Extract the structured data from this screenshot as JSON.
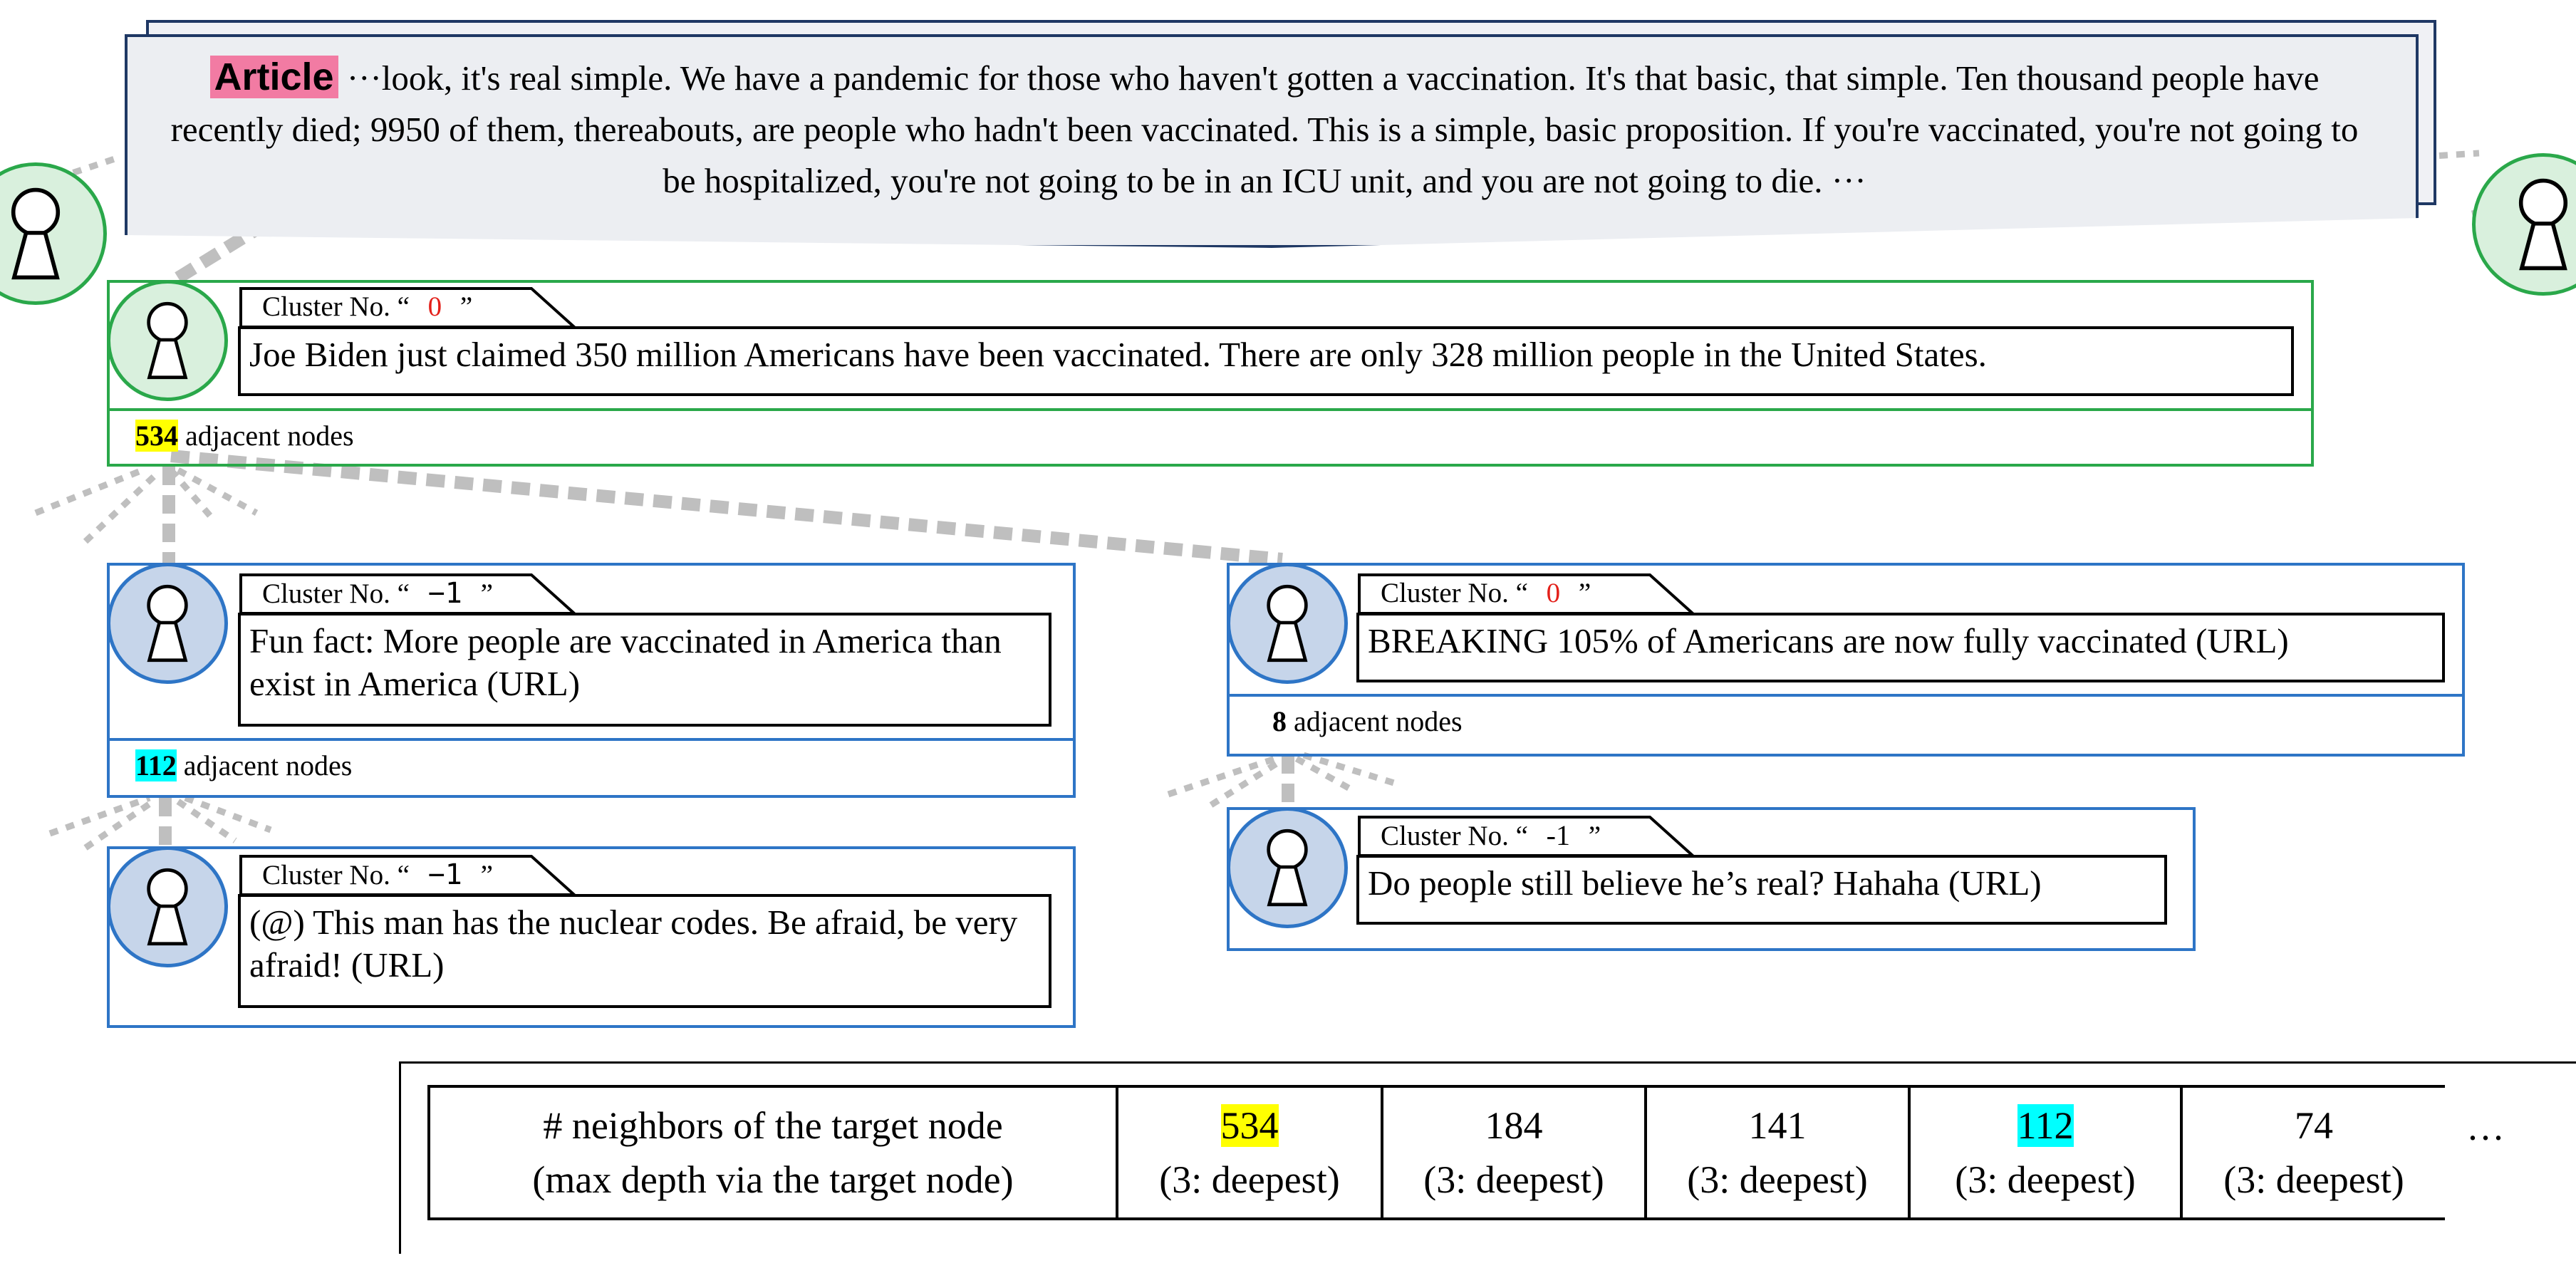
{
  "article": {
    "tag": "Article",
    "text": "···look, it's real simple. We have a pandemic for those who haven't gotten a vaccination. It's that basic, that simple.  Ten thousand people have recently died; 9950 of them, thereabouts, are people who hadn't been vaccinated.  This is a simple, basic proposition.  If you're vaccinated, you're not going to be hospitalized, you're not going to be in an ICU unit, and you are not going to die.   ···"
  },
  "nodes": {
    "root": {
      "cluster_prefix": "Cluster No. “ ",
      "cluster_value": "0",
      "cluster_suffix": " ”",
      "text": "Joe Biden just claimed 350 million Americans have been vaccinated. There are only 328 million people in the United States.",
      "adjacent_count": "534",
      "adjacent_label": " adjacent nodes"
    },
    "left1": {
      "cluster_prefix": "Cluster No. “ ",
      "cluster_value": "−1",
      "cluster_suffix": " ”",
      "text": "Fun fact: More people are vaccinated in America than exist in America (URL)",
      "adjacent_count": "112",
      "adjacent_label": " adjacent nodes"
    },
    "left2": {
      "cluster_prefix": "Cluster No. “ ",
      "cluster_value": "−1",
      "cluster_suffix": " ”",
      "text": "(@) This man has the nuclear codes. Be afraid, be very afraid! (URL)"
    },
    "right1": {
      "cluster_prefix": "Cluster No. “ ",
      "cluster_value": "0",
      "cluster_suffix": " ”",
      "text": "BREAKING 105% of Americans are now fully vaccinated (URL)",
      "adjacent_count": "8",
      "adjacent_label": " adjacent nodes"
    },
    "right2": {
      "cluster_prefix": "Cluster No. “ ",
      "cluster_value": "-1",
      "cluster_suffix": " ”",
      "text": "Do people still believe he’s real? Hahaha (URL)"
    }
  },
  "table": {
    "header_line1": "# neighbors of the target node",
    "header_line2": "(max depth via the target node)",
    "columns": [
      {
        "count": "534",
        "depth": "(3: deepest)",
        "highlight": "yellow"
      },
      {
        "count": "184",
        "depth": "(3: deepest)",
        "highlight": ""
      },
      {
        "count": "141",
        "depth": "(3: deepest)",
        "highlight": ""
      },
      {
        "count": "112",
        "depth": "(3: deepest)",
        "highlight": "cyan"
      },
      {
        "count": "74",
        "depth": "(3: deepest)",
        "highlight": ""
      }
    ],
    "ellipsis": "···"
  },
  "colors": {
    "green": "#2aa84a",
    "blue": "#2e75c6",
    "article_tag": "#f27ba3",
    "highlight_yellow": "#ffff00",
    "highlight_cyan": "#00ffff",
    "cluster_zero": "#e3201a",
    "dotted_link": "#bfbfbf"
  }
}
